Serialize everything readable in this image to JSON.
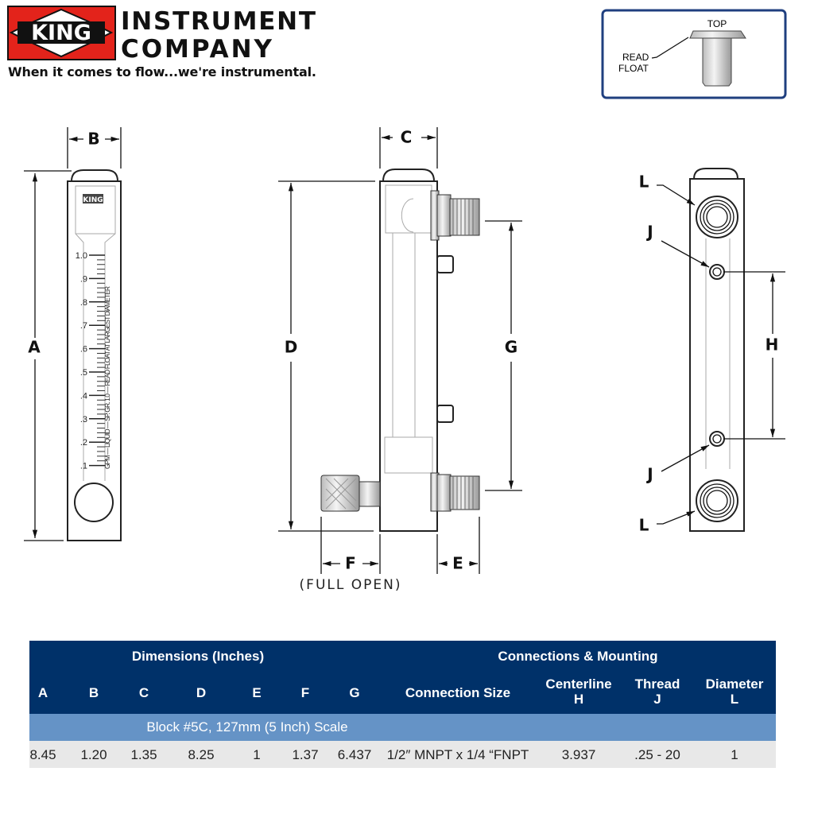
{
  "logo": {
    "badge": "KING",
    "line1": "INSTRUMENT",
    "line2": "COMPANY",
    "tagline": "When it comes to flow...we're instrumental.",
    "brand_color": "#e3231b"
  },
  "float_inset": {
    "top_label": "TOP",
    "read_label": "READ FLOAT",
    "border_color": "#1f3f7f"
  },
  "front_view": {
    "dim_a": "A",
    "dim_b": "B",
    "scale_ticks": [
      "1.0",
      ".9",
      ".8",
      ".7",
      ".6",
      ".5",
      ".4",
      ".3",
      ".2",
      ".1"
    ],
    "scale_text": "GPM — LIQUID — SP. GR. 1.0 — READ FLOAT AT LARGEST DIAMETER",
    "tube_badge": "KING"
  },
  "side_view": {
    "dim_c": "C",
    "dim_d": "D",
    "dim_g": "G",
    "dim_f": "F",
    "dim_e": "E",
    "full_open": "(FULL OPEN)"
  },
  "back_view": {
    "dim_h": "H",
    "dim_l": "L",
    "dim_j": "J"
  },
  "table": {
    "header_color": "#003169",
    "subheader_color": "#6593c6",
    "group_dimensions": "Dimensions (Inches)",
    "group_connections": "Connections & Mounting",
    "columns": [
      "A",
      "B",
      "C",
      "D",
      "E",
      "F",
      "G",
      "Connection Size",
      "Centerline H",
      "Thread J",
      "Diameter L"
    ],
    "section": "Block #5C, 127mm (5 Inch) Scale",
    "rows": [
      [
        "8.45",
        "1.20",
        "1.35",
        "8.25",
        "1",
        "1.37",
        "6.437",
        "1/2″ MNPT x 1/4 “FNPT",
        "3.937",
        ".25 - 20",
        "1"
      ]
    ]
  }
}
